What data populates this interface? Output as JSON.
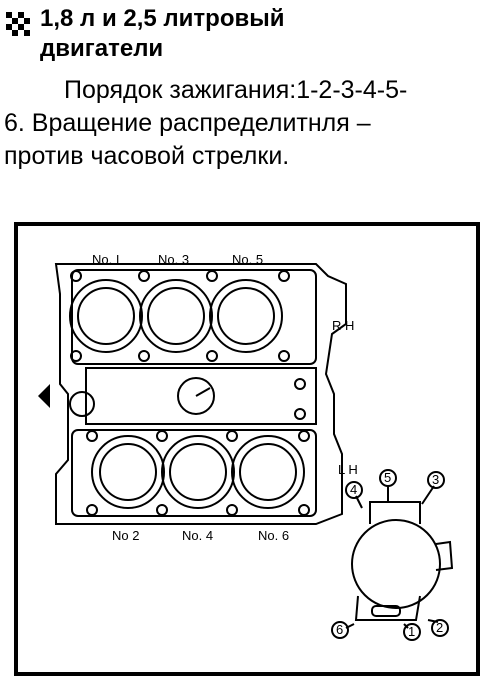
{
  "heading": {
    "icon": "filled-checker-square-icon",
    "title_line1": "1,8 л и 2,5 литровый",
    "title_line2": "двигатели"
  },
  "paragraph": {
    "line1": "Порядок зажигания:1-2-3-4-5-",
    "line2": "6. Вращение распределитнля –",
    "line3": "против часовой стрелки."
  },
  "figure": {
    "cylinders": {
      "c1": "No. I",
      "c3": "No. 3",
      "c5": "No. 5",
      "c2": "No 2",
      "c4": "No. 4",
      "c6": "No. 6"
    },
    "bank_rh": "R H",
    "bank_lh": "L H",
    "distributor_terminals": [
      "1",
      "2",
      "3",
      "4",
      "5",
      "6"
    ]
  }
}
